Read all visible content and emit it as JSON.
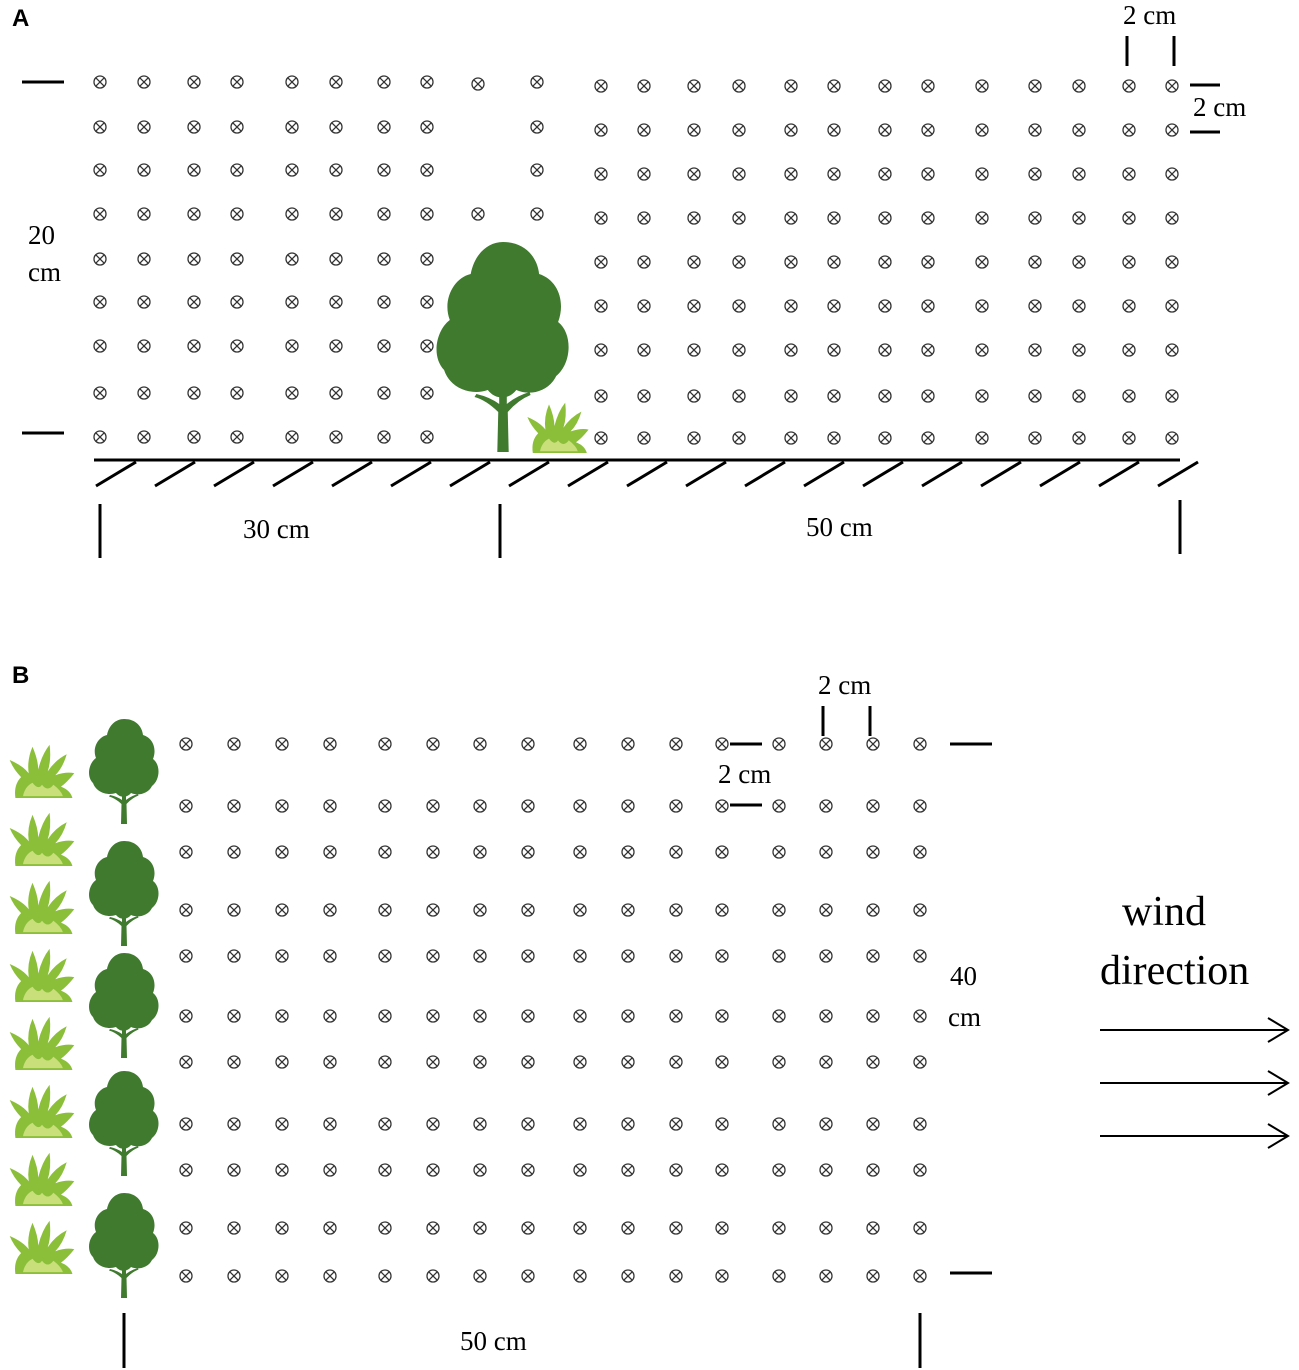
{
  "panels": [
    {
      "label": "A",
      "height_label": "20\ncm",
      "spacing_h_label": "2 cm",
      "spacing_v_label": "2 cm",
      "distance_left_label": "30 cm",
      "distance_right_label": "50 cm",
      "icons": [
        "tree-icon",
        "shrub-icon"
      ]
    },
    {
      "label": "B",
      "height_label": "40\ncm",
      "spacing_h_label": "2 cm",
      "spacing_v_label": "2 cm",
      "distance_label": "50 cm",
      "icons": [
        "shrub-icon",
        "tree-icon"
      ],
      "wind_label": "wind\ndirection"
    }
  ],
  "colors": {
    "tree": "#3f7a2e",
    "tree_dark": "#356826",
    "shrub": "#8bbf3a",
    "shrub_light": "#c9df7a",
    "marker": "#333333"
  }
}
